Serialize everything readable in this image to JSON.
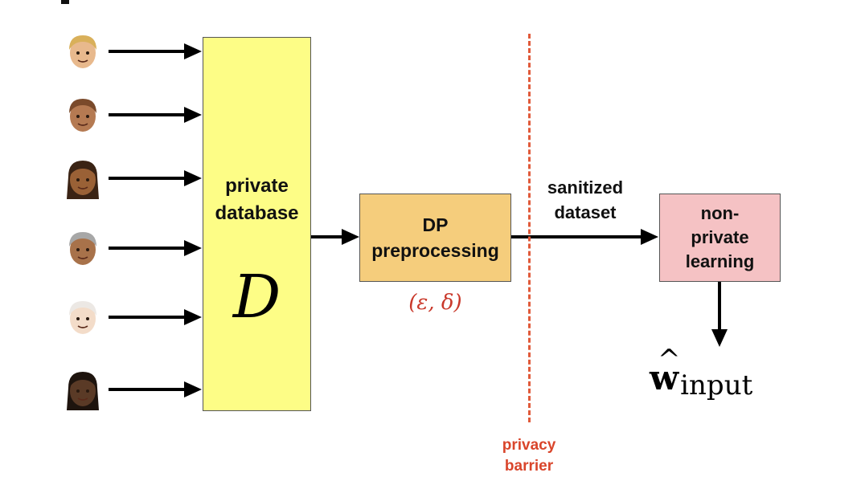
{
  "people": [
    {
      "icon": "person-blond-icon",
      "skin": "#e8b98d",
      "hair": "#d9b05a"
    },
    {
      "icon": "person-brown-hair-icon",
      "skin": "#b57a52",
      "hair": "#7a4a2b"
    },
    {
      "icon": "person-long-hair-woman-icon",
      "skin": "#9a6136",
      "hair": "#3a2314"
    },
    {
      "icon": "person-grey-hair-woman-icon",
      "skin": "#a8724a",
      "hair": "#a7a7a7"
    },
    {
      "icon": "person-elderly-man-icon",
      "skin": "#f3dcc9",
      "hair": "#ece8e4"
    },
    {
      "icon": "person-dark-woman-icon",
      "skin": "#5a3a26",
      "hair": "#1e140e"
    }
  ],
  "database": {
    "label_line1": "private",
    "label_line2": "database",
    "symbol": "D",
    "color": "#fdfd86"
  },
  "dp": {
    "label_line1": "DP",
    "label_line2": "preprocessing",
    "params": "(ε, δ)",
    "color": "#f5cd7c",
    "params_color": "#c9392b"
  },
  "sanitized": {
    "line1": "sanitized",
    "line2": "dataset"
  },
  "barrier": {
    "line1": "privacy",
    "line2": "barrier",
    "color": "#e05a3a"
  },
  "learner": {
    "line1": "non-",
    "line2": "private",
    "line3": "learning",
    "color": "#f5c2c4"
  },
  "output": {
    "symbol": "w",
    "hat": "^",
    "subscript": "input"
  }
}
